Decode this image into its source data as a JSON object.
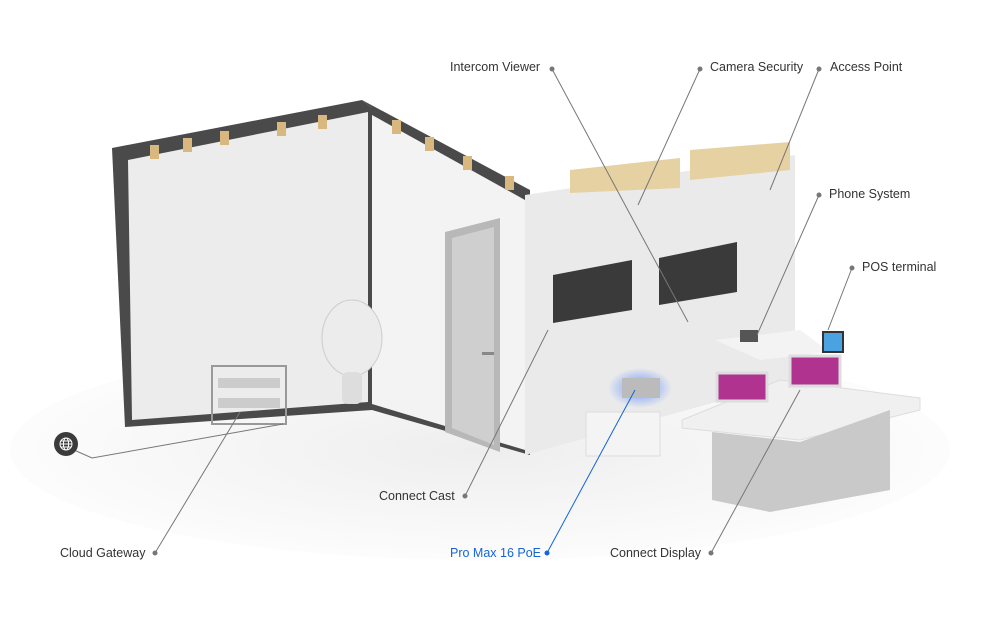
{
  "labels": {
    "intercom_viewer": "Intercom Viewer",
    "camera_security": "Camera Security",
    "access_point": "Access Point",
    "phone_system": "Phone System",
    "pos_terminal": "POS terminal",
    "connect_cast": "Connect Cast",
    "pro_max": "Pro Max 16 PoE",
    "connect_display": "Connect Display",
    "cloud_gateway": "Cloud Gateway"
  },
  "icons": {
    "internet": "globe-icon"
  },
  "colors": {
    "label": "#333333",
    "highlight": "#1565d8",
    "leader": "#777777"
  }
}
